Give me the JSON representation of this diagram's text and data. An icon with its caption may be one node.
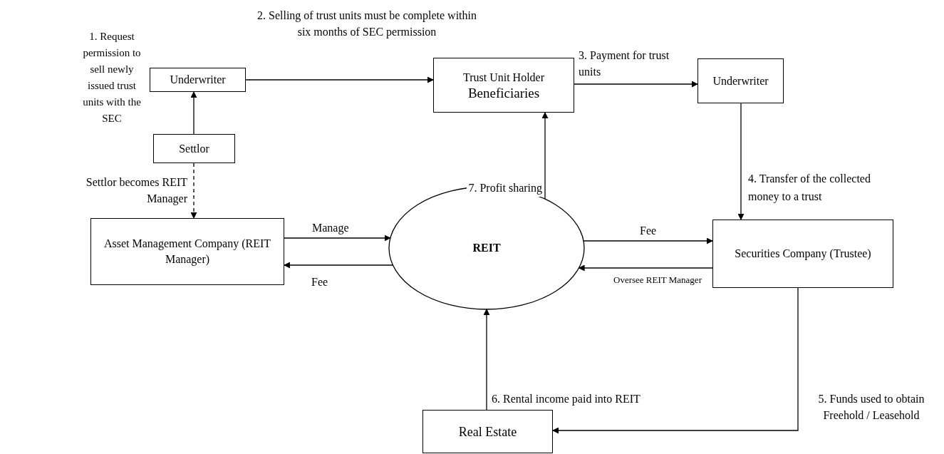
{
  "diagram": {
    "nodes": [
      {
        "text": [
          "Underwriter"
        ]
      },
      {
        "text": [
          "Trust Unit Holder",
          "Beneficiaries"
        ]
      },
      {
        "text": [
          "Underwriter"
        ]
      },
      {
        "text": [
          "Settlor"
        ]
      },
      {
        "text": [
          "Asset Management Company (REIT Manager)"
        ]
      },
      {
        "text": [
          "REIT"
        ]
      },
      {
        "text": [
          "Securities Company (Trustee)"
        ]
      },
      {
        "text": [
          "Real Estate"
        ]
      }
    ],
    "edges": [
      {
        "from": 3,
        "to": 0,
        "arrow": "to",
        "label": "1. Request permission to sell newly issued trust units with the SEC"
      },
      {
        "from": 0,
        "to": 1,
        "arrow": "to",
        "label": "2. Selling of trust units must be complete within six months of SEC permission"
      },
      {
        "from": 1,
        "to": 2,
        "arrow": "to",
        "label": "3. Payment for trust units"
      },
      {
        "from": 2,
        "to": 6,
        "arrow": "to",
        "label": "4. Transfer of the collected money to a trust"
      },
      {
        "from": 3,
        "to": 4,
        "arrow": "to",
        "style": "dashed",
        "label": "Settlor becomes REIT Manager"
      },
      {
        "from": 4,
        "to": 5,
        "arrow": "to",
        "label": "Manage"
      },
      {
        "from": 5,
        "to": 4,
        "arrow": "to",
        "label": "Fee"
      },
      {
        "from": 5,
        "to": 6,
        "arrow": "to",
        "label": "Fee"
      },
      {
        "from": 6,
        "to": 5,
        "arrow": "to",
        "label": "Oversee REIT Manager"
      },
      {
        "from": 5,
        "to": 1,
        "arrow": "to",
        "label": "7. Profit sharing"
      },
      {
        "from": 7,
        "to": 5,
        "arrow": "to",
        "label": "6. Rental income paid into REIT"
      },
      {
        "from": 6,
        "to": 7,
        "arrow": "to",
        "label": "5. Funds used to obtain Freehold / Leasehold"
      }
    ]
  }
}
